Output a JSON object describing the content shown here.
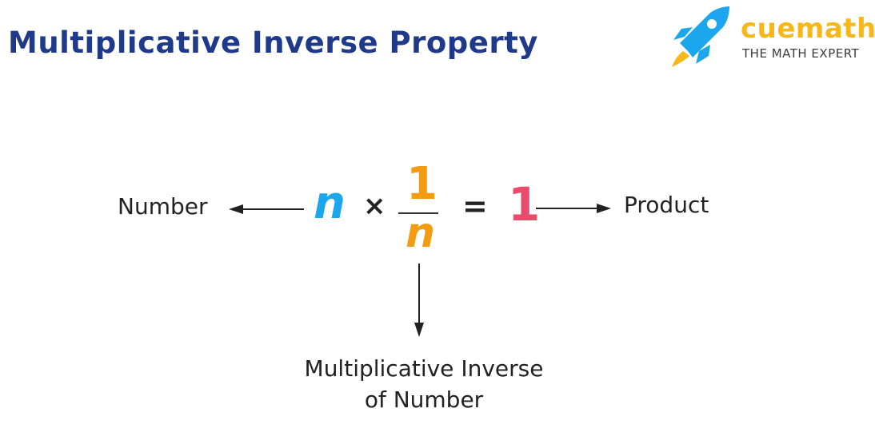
{
  "header": {
    "title": "Multiplicative Inverse Property"
  },
  "logo": {
    "brand": "cuemath",
    "tagline": "THE MATH EXPERT",
    "icon": "rocket-icon"
  },
  "equation": {
    "variable": "n",
    "operator": "×",
    "numerator": "1",
    "denominator": "n",
    "equals": "=",
    "result": "1"
  },
  "labels": {
    "number": "Number",
    "product": "Product",
    "inverse_line1": "Multiplicative Inverse",
    "inverse_line2": "of Number"
  },
  "colors": {
    "title": "#1f3a8a",
    "variable": "#1ba6ee",
    "inverse": "#f39c12",
    "result": "#e84b6b",
    "brand": "#f7b71a"
  }
}
